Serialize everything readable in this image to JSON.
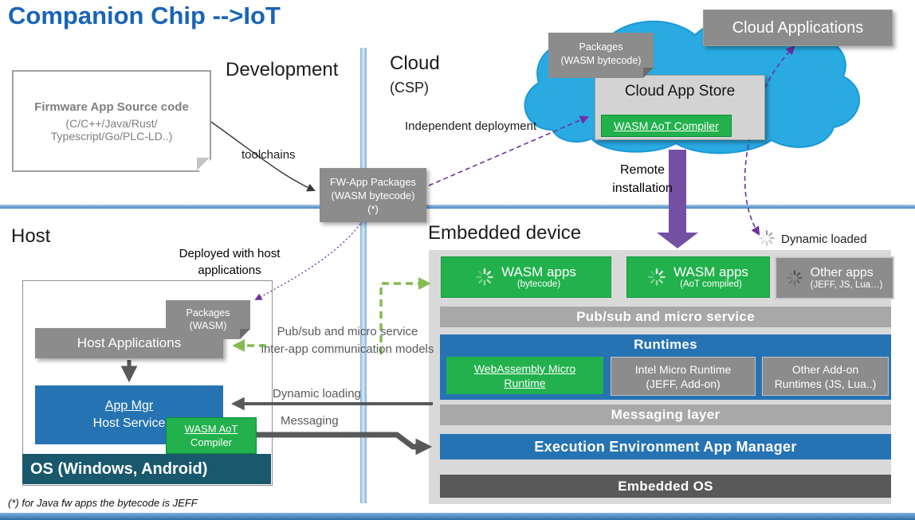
{
  "title": "Companion Chip -->IoT",
  "sections": {
    "development": "Development",
    "cloud": "Cloud",
    "cloud_sub": "(CSP)",
    "host": "Host",
    "embedded": "Embedded device"
  },
  "firmware_box": {
    "title": "Firmware App Source code",
    "lang_line1": "(C/C++/Java/Rust/",
    "lang_line2": "Typescript/Go/PLC-LD..)"
  },
  "fw_packages": {
    "line1": "FW-App Packages",
    "line2": "(WASM bytecode)",
    "line3": "(*)"
  },
  "cloud_area": {
    "applications": "Cloud Applications",
    "packages_line1": "Packages",
    "packages_line2": "(WASM bytecode)",
    "store": "Cloud App Store",
    "compiler": "WASM AoT Compiler"
  },
  "labels": {
    "toolchains": "toolchains",
    "independent_deployment": "Independent deployment",
    "remote_line1": "Remote",
    "remote_line2": "installation",
    "deployed_line1": "Deployed with host",
    "deployed_line2": "applications",
    "pubsub_line1": "Pub/sub and micro service",
    "pubsub_line2": "inter-app communication models",
    "dynamic_loading": "Dynamic loading",
    "messaging": "Messaging",
    "dynamic_loaded": "Dynamic loaded",
    "footnote": "(*) for Java fw apps the bytecode is JEFF"
  },
  "host_area": {
    "packages_line1": "Packages",
    "packages_line2": "(WASM)",
    "host_applications": "Host Applications",
    "app_mgr_line1": "App Mgr",
    "app_mgr_line2": "Host Service",
    "compiler_line1": "WASM AoT",
    "compiler_line2": "Compiler",
    "os": "OS (Windows, Android)"
  },
  "embedded_area": {
    "wasm_apps1_title": "WASM apps",
    "wasm_apps1_sub": "(bytecode)",
    "wasm_apps2_title": "WASM apps",
    "wasm_apps2_sub": "(AoT compiled)",
    "other_apps_title": "Other apps",
    "other_apps_sub": "(JEFF, JS, Lua…)",
    "pubsub_bar": "Pub/sub and micro service",
    "runtimes_title": "Runtimes",
    "wamr_line1": "WebAssembly Micro",
    "wamr_line2": "Runtime",
    "intel_line1": "Intel Micro Runtime",
    "intel_line2": "(JEFF, Add-on)",
    "other_rt_line1": "Other Add-on",
    "other_rt_line2": "Runtimes (JS, Lua..)",
    "messaging_layer": "Messaging layer",
    "exec_env": "Execution Environment App Manager",
    "embedded_os": "Embedded OS"
  },
  "colors": {
    "title_blue": "#1a64b7",
    "green": "#22b14c",
    "gray_box": "#8c8c8c",
    "bar_gray": "#a8a8a8",
    "blue_box": "#2673b4",
    "os_teal": "#19586d",
    "embedded_os_gray": "#595959",
    "panel_gray": "#d9d9d9",
    "cloud_cyan": "#29abe2",
    "purple": "#7030a0",
    "green_arrow": "#84bb52"
  }
}
